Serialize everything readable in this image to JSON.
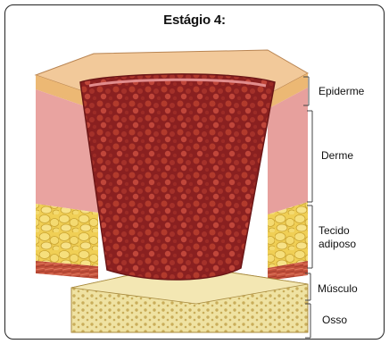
{
  "title": "Estágio 4:",
  "layers": [
    {
      "label": "Epiderme"
    },
    {
      "label": "Derme"
    },
    {
      "label": "Tecido\nadiposo"
    },
    {
      "label": "Músculo"
    },
    {
      "label": "Osso"
    }
  ],
  "colors": {
    "epidermis": "#efc58f",
    "dermis": "#e9a3a0",
    "fat": "#f1d35a",
    "muscle": "#c4513c",
    "bone": "#efe2a2",
    "wound": "#8f2222"
  }
}
